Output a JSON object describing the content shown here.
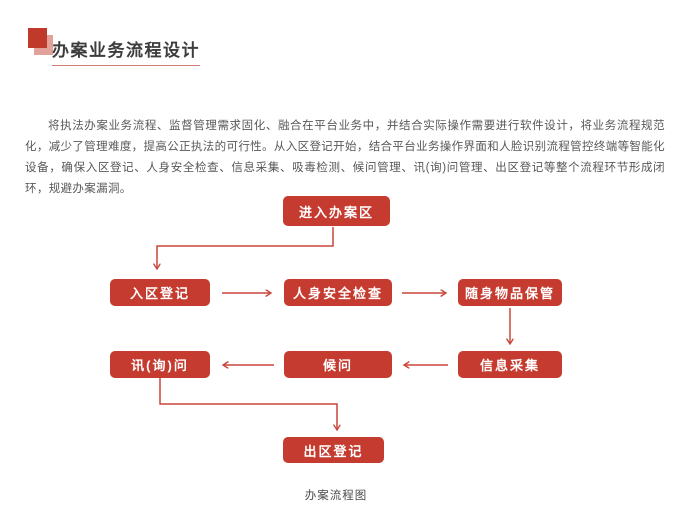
{
  "page": {
    "title": "办案业务流程设计",
    "intro_paragraph": "将执法办案业务流程、监督管理需求固化、融合在平台业务中，并结合实际操作需要进行软件设计，将业务流程规范化，减少了管理难度，提高公正执法的可行性。从入区登记开始，结合平台业务操作界面和人脸识别流程管控终端等智能化设备，确保入区登记、人身安全检查、信息采集、吸毒检测、候问管理、讯(询)问管理、出区登记等整个流程环节形成闭环，规避办案漏洞。",
    "caption": "办案流程图"
  },
  "flowchart": {
    "nodes": [
      {
        "id": "enter-area",
        "label": "进入办案区"
      },
      {
        "id": "entry-register",
        "label": "入区登记"
      },
      {
        "id": "safety-check",
        "label": "人身安全检查"
      },
      {
        "id": "belongings-storage",
        "label": "随身物品保管"
      },
      {
        "id": "interrogation",
        "label": "讯(询)问"
      },
      {
        "id": "waiting",
        "label": "候问"
      },
      {
        "id": "info-collection",
        "label": "信息采集"
      },
      {
        "id": "exit-register",
        "label": "出区登记"
      }
    ],
    "edges": [
      {
        "from": "进入办案区",
        "to": "入区登记"
      },
      {
        "from": "入区登记",
        "to": "人身安全检查"
      },
      {
        "from": "人身安全检查",
        "to": "随身物品保管"
      },
      {
        "from": "随身物品保管",
        "to": "信息采集"
      },
      {
        "from": "信息采集",
        "to": "候问"
      },
      {
        "from": "候问",
        "to": "讯(询)问"
      },
      {
        "from": "讯(询)问",
        "to": "出区登记"
      }
    ]
  },
  "colors": {
    "node_fill": "#c63b2f",
    "arrow": "#c9473c",
    "bullet_dark": "#bf3a2b",
    "bullet_light": "#e2a199",
    "title_underline": "#cf7d73",
    "title_text": "#3d3d3d",
    "body_text": "#585858"
  }
}
